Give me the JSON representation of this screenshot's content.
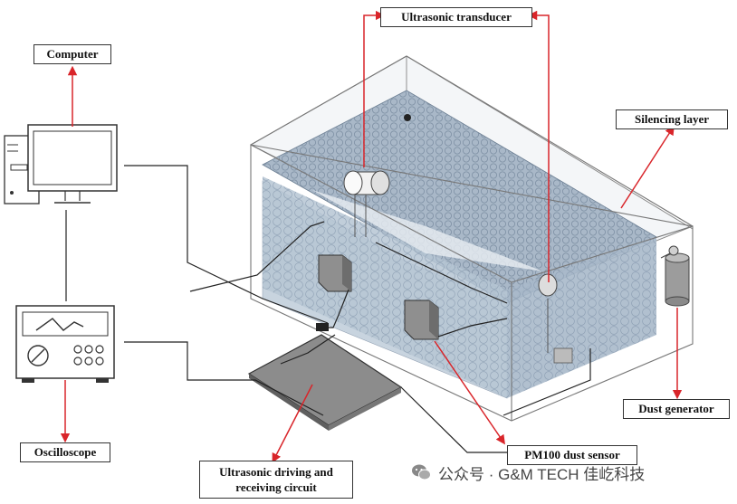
{
  "labels": {
    "computer": "Computer",
    "oscilloscope": "Oscilloscope",
    "ultrasonic_transducer": "Ultrasonic transducer",
    "silencing_layer": "Silencing layer",
    "dust_generator": "Dust generator",
    "pm100_sensor": "PM100 dust sensor",
    "driving_circuit": "Ultrasonic driving and receiving circuit"
  },
  "watermark": "公众号 · G&M TECH 佳屹科技",
  "colors": {
    "arrow": "#d9252a",
    "panel": "#9fb4c8",
    "label_border": "#333333"
  }
}
